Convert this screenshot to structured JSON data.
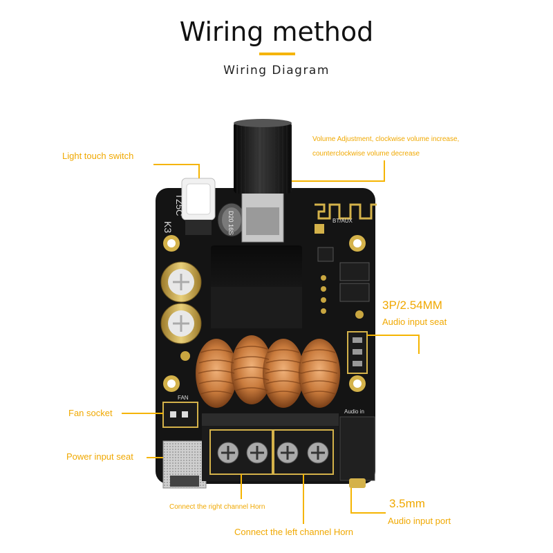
{
  "header": {
    "title": "Wiring method",
    "subtitle": "Wiring Diagram"
  },
  "board": {
    "silk_k3": "K3",
    "silk_model": "TZ5C",
    "cap_label": "D20 16S",
    "bt_label": "BT/AUX",
    "fan_label": "FAN",
    "audio_in_label": "Audio in"
  },
  "labels": {
    "light_touch_switch": "Light touch switch",
    "volume_line1": "Volume Adjustment, clockwise volume increase,",
    "volume_line2": "counterclockwise volume decrease",
    "audio_seat_title": "3P/2.54MM",
    "audio_seat_sub": "Audio input seat",
    "fan_socket": "Fan socket",
    "power_input": "Power input seat",
    "right_horn": "Connect the right channel Horn",
    "left_horn": "Connect the left channel Horn",
    "port_title": "3.5mm",
    "port_sub": "Audio input port"
  },
  "colors": {
    "accent": "#f5b400",
    "label": "#f0a800",
    "board": "#141414",
    "copper": "#c87a3c"
  }
}
